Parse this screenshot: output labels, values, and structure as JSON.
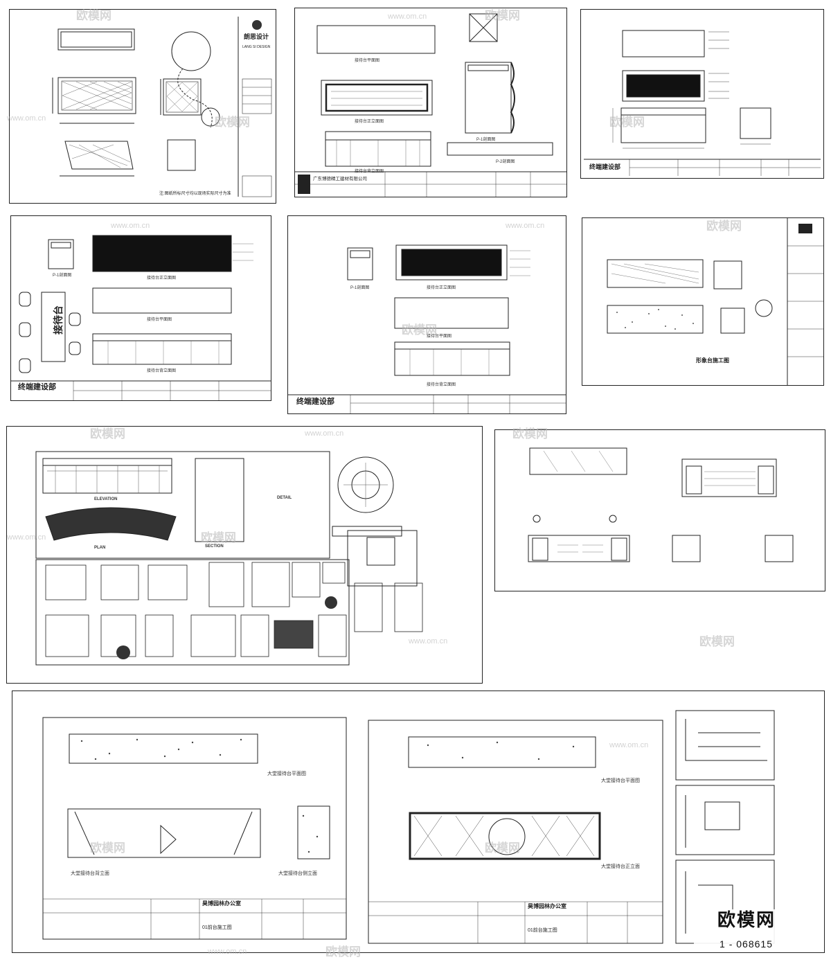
{
  "watermark": {
    "brand": "欧模网",
    "url": "www.om.cn"
  },
  "corner_badge": {
    "title": "欧模网",
    "id": "1 - 068615"
  },
  "sheets": [
    {
      "id": "s1",
      "company": "朗思设计",
      "company_en": "LANG SI DESIGN",
      "note": "注:图纸所标尺寸均以现场实际尺寸为准"
    },
    {
      "id": "s2",
      "company": "广东博德精工建材有限公司",
      "label_plan": "接待台平面图",
      "label_front": "接待台正立面图",
      "label_back": "接待台背立面图",
      "label_section": "P-1剖面图",
      "label_section2": "P-2剖面图"
    },
    {
      "id": "s3",
      "company": "终端建设部"
    },
    {
      "id": "s4",
      "company": "终端建设部",
      "label_elev": "接待台正立面图",
      "label_plan": "接待台平面图",
      "label_back": "接待台背立面图",
      "label_section": "P-1剖面图",
      "desk_text": "接待台"
    },
    {
      "id": "s5",
      "company": "终端建设部",
      "label_elev": "接待台正立面图",
      "label_plan": "接待台平面图",
      "label_back": "接待台背立面图",
      "label_section": "P-1剖面图"
    },
    {
      "id": "s6",
      "title": "形象台施工图"
    },
    {
      "id": "s7",
      "label_elev": "ELEVATION",
      "label_plan": "PLAN",
      "label_section": "SECTION",
      "label_detail": "DETAIL"
    },
    {
      "id": "s8"
    },
    {
      "id": "s9",
      "title_a": "大堂接待台平面图",
      "title_b": "大堂接待台背立面",
      "title_c": "大堂接待台侧立面",
      "project": "昊博园林办公室",
      "drawing": "01前台施工图"
    },
    {
      "id": "s10",
      "title_a": "大堂接待台平面图",
      "title_b": "大堂接待台正立面",
      "project": "昊博园林办公室",
      "drawing": "01前台施工图"
    }
  ]
}
